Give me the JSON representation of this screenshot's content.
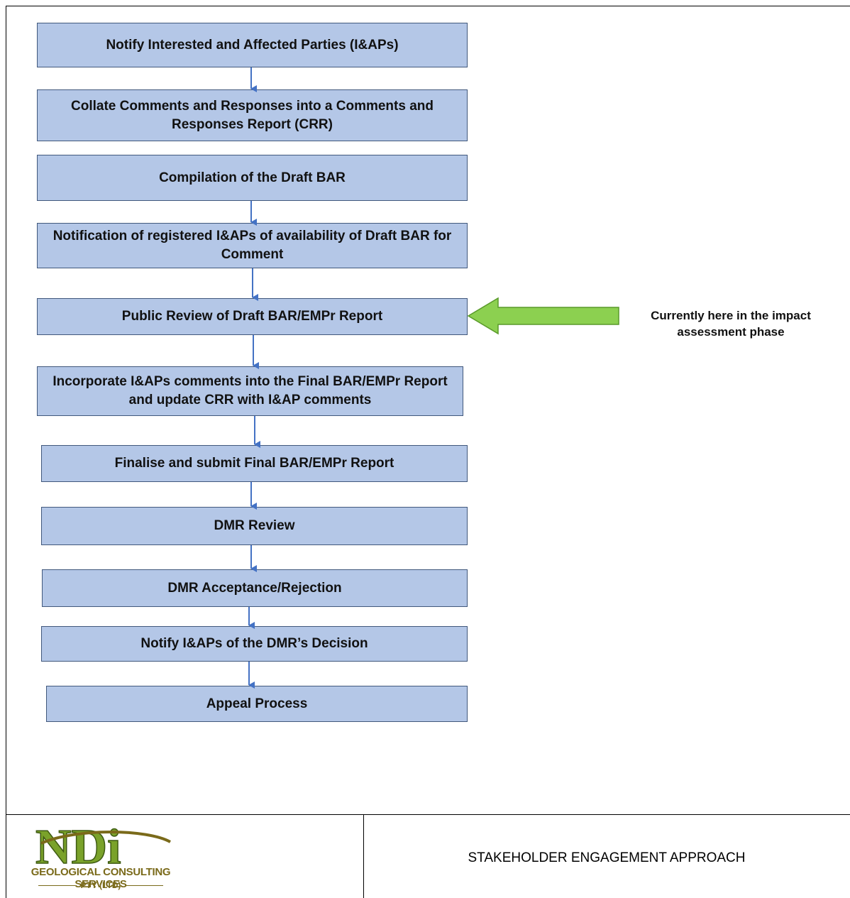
{
  "flow": {
    "steps": [
      {
        "label": "Notify Interested and Affected Parties (I&APs)"
      },
      {
        "label": "Collate Comments and Responses into a Comments and Responses Report (CRR)"
      },
      {
        "label": "Compilation of the Draft BAR"
      },
      {
        "label": "Notification of registered I&APs of availability of Draft BAR for Comment"
      },
      {
        "label": "Public Review of Draft BAR/EMPr Report"
      },
      {
        "label": "Incorporate I&APs comments into the Final BAR/EMPr Report and update CRR with I&AP comments"
      },
      {
        "label": "Finalise and submit Final BAR/EMPr Report"
      },
      {
        "label": "DMR Review"
      },
      {
        "label": "DMR Acceptance/Rejection"
      },
      {
        "label": "Notify I&APs of the DMR’s Decision"
      },
      {
        "label": "Appeal Process"
      }
    ],
    "current_note": "Currently here in the impact assessment phase"
  },
  "colors": {
    "box_fill": "#b4c7e7",
    "box_border": "#41587c",
    "arrow": "#4472c4",
    "pointer_fill": "#8cd050",
    "pointer_stroke": "#5a9a2a",
    "logo_green": "#7aa22a",
    "logo_brown": "#7a6a1a"
  },
  "footer": {
    "logo_letters": "NDi",
    "company_line1": "GEOLOGICAL CONSULTING SERVICES",
    "company_line2": "PTY (LTD)",
    "title": "STAKEHOLDER ENGAGEMENT APPROACH"
  }
}
